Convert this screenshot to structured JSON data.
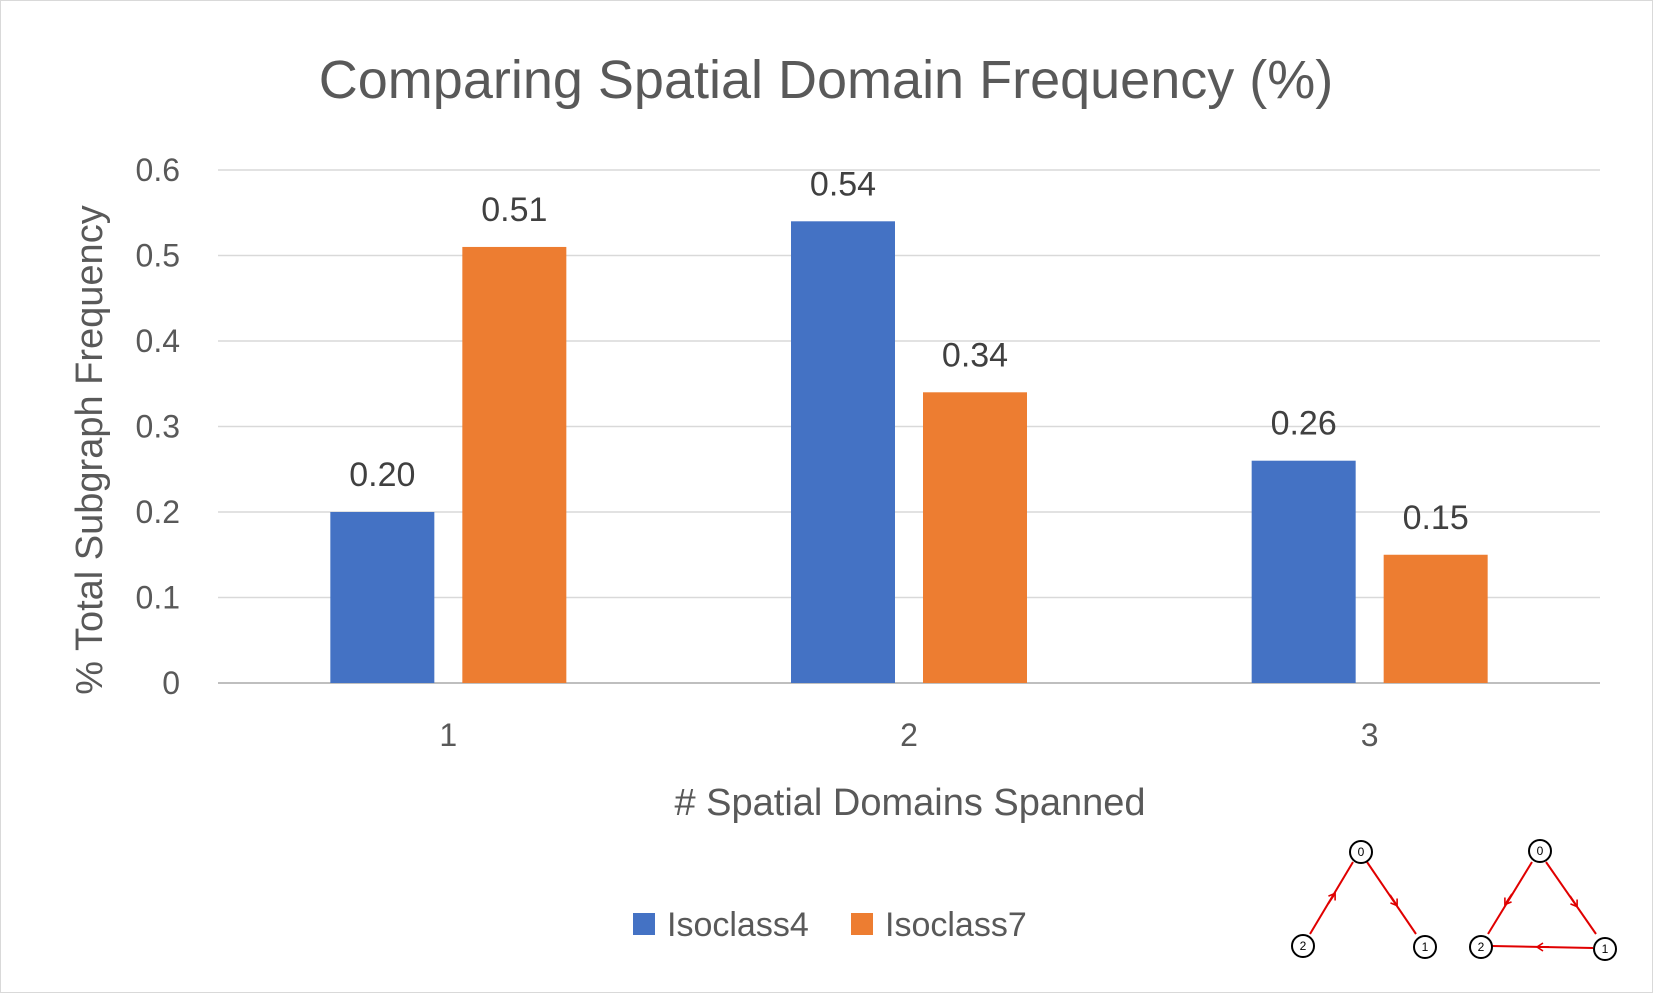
{
  "chart_data": {
    "type": "bar",
    "title": "Comparing Spatial Domain Frequency (%)",
    "xlabel": "# Spatial Domains Spanned",
    "ylabel": "% Total Subgraph Frequency",
    "categories": [
      "1",
      "2",
      "3"
    ],
    "series": [
      {
        "name": "Isoclass4",
        "color": "#4472c4",
        "values": [
          0.2,
          0.54,
          0.26
        ],
        "labels": [
          "0.20",
          "0.54",
          "0.26"
        ]
      },
      {
        "name": "Isoclass7",
        "color": "#ed7d31",
        "values": [
          0.51,
          0.34,
          0.15
        ],
        "labels": [
          "0.51",
          "0.34",
          "0.15"
        ]
      }
    ],
    "ylim": [
      0,
      0.6
    ],
    "yticks": [
      0,
      0.1,
      0.2,
      0.3,
      0.4,
      0.5,
      0.6
    ],
    "ytick_labels": [
      "0",
      "0.1",
      "0.2",
      "0.3",
      "0.4",
      "0.5",
      "0.6"
    ],
    "grid": true,
    "legend_position": "bottom"
  },
  "inset_graphs": {
    "node_labels": [
      "0",
      "1",
      "2"
    ],
    "edge_color": "#e00000",
    "isoclass4_edges": [
      [
        "0",
        "1"
      ],
      [
        "2",
        "0"
      ]
    ],
    "isoclass7_edges": [
      [
        "0",
        "1"
      ],
      [
        "0",
        "2"
      ],
      [
        "1",
        "2"
      ]
    ]
  }
}
